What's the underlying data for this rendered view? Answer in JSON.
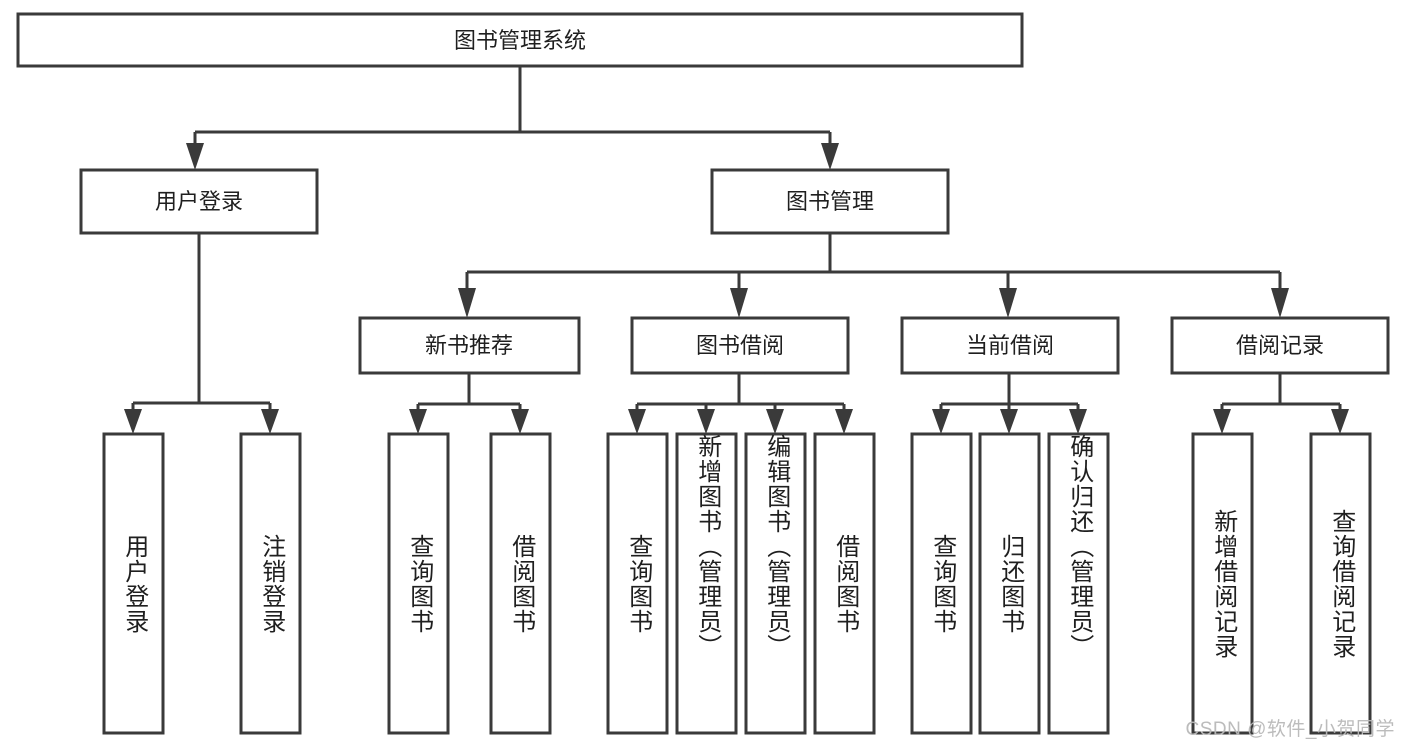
{
  "diagram": {
    "title": "图书管理系统",
    "type": "tree",
    "watermark": "CSDN @软件_小贺同学",
    "root": {
      "id": "root",
      "label": "图书管理系统",
      "orientation": "horizontal"
    },
    "level2": [
      {
        "id": "user-login",
        "label": "用户登录",
        "orientation": "horizontal"
      },
      {
        "id": "book-manage",
        "label": "图书管理",
        "orientation": "horizontal"
      }
    ],
    "level3": [
      {
        "id": "new-book-recommend",
        "label": "新书推荐",
        "orientation": "horizontal",
        "parent": "book-manage"
      },
      {
        "id": "book-borrow",
        "label": "图书借阅",
        "orientation": "horizontal",
        "parent": "book-manage"
      },
      {
        "id": "current-borrow",
        "label": "当前借阅",
        "orientation": "horizontal",
        "parent": "book-manage"
      },
      {
        "id": "borrow-record",
        "label": "借阅记录",
        "orientation": "horizontal",
        "parent": "book-manage"
      }
    ],
    "leaves": [
      {
        "id": "leaf-user-login",
        "label": "用户登录",
        "orientation": "vertical",
        "parent": "user-login"
      },
      {
        "id": "leaf-user-logout",
        "label": "注销登录",
        "orientation": "vertical",
        "parent": "user-login"
      },
      {
        "id": "leaf-query-book-1",
        "label": "查询图书",
        "orientation": "vertical",
        "parent": "new-book-recommend"
      },
      {
        "id": "leaf-borrow-book-1",
        "label": "借阅图书",
        "orientation": "vertical",
        "parent": "new-book-recommend"
      },
      {
        "id": "leaf-query-book-2",
        "label": "查询图书",
        "orientation": "vertical",
        "parent": "book-borrow"
      },
      {
        "id": "leaf-add-book",
        "label": "新增图书（管理员）",
        "orientation": "vertical",
        "parent": "book-borrow"
      },
      {
        "id": "leaf-edit-book",
        "label": "编辑图书（管理员）",
        "orientation": "vertical",
        "parent": "book-borrow"
      },
      {
        "id": "leaf-borrow-book-2",
        "label": "借阅图书",
        "orientation": "vertical",
        "parent": "book-borrow"
      },
      {
        "id": "leaf-query-book-3",
        "label": "查询图书",
        "orientation": "vertical",
        "parent": "current-borrow"
      },
      {
        "id": "leaf-return-book",
        "label": "归还图书",
        "orientation": "vertical",
        "parent": "current-borrow"
      },
      {
        "id": "leaf-confirm-return",
        "label": "确认归还（管理员）",
        "orientation": "vertical",
        "parent": "current-borrow"
      },
      {
        "id": "leaf-add-record",
        "label": "新增借阅记录",
        "orientation": "vertical",
        "parent": "borrow-record"
      },
      {
        "id": "leaf-query-record",
        "label": "查询借阅记录",
        "orientation": "vertical",
        "parent": "borrow-record"
      }
    ],
    "colors": {
      "stroke": "#3a3a3a",
      "fill": "#ffffff",
      "text": "#1f1f1f",
      "watermark": "#b9b9b9"
    }
  }
}
